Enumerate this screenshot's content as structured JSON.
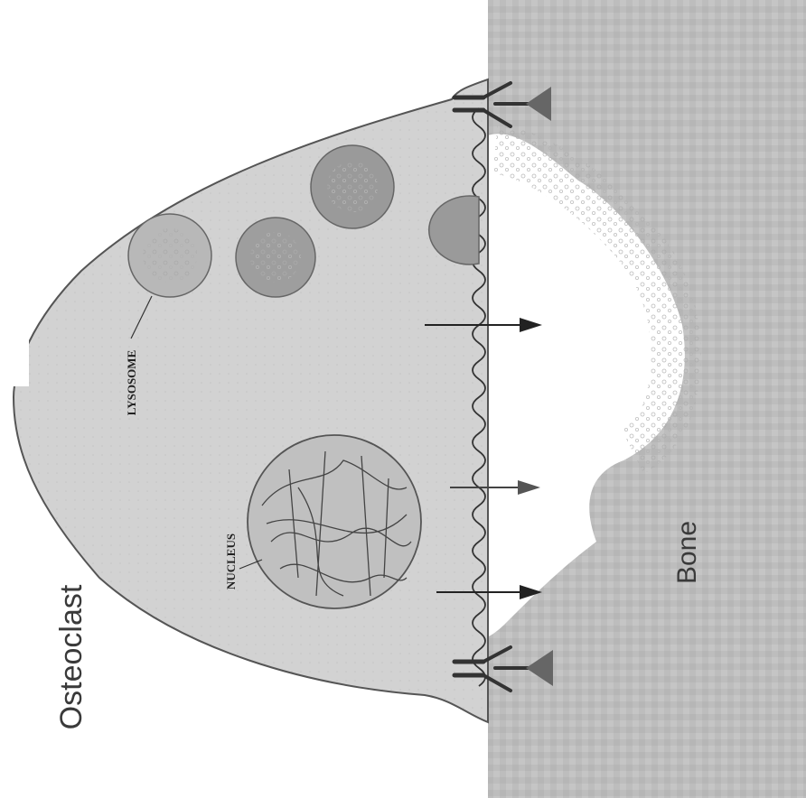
{
  "labels": {
    "cell": "Osteoclast",
    "bone": "Bone",
    "lysosome": "LYSOSOME",
    "nucleus": "NUCLEUS"
  },
  "colors": {
    "cell_fill": "#cfcfcf",
    "bone_fill": "#b9b9b9",
    "lacuna": "#ffffff",
    "lysosome_fill": "#9a9a9a",
    "outline": "#555555"
  },
  "icons": {
    "integrin_receptor": "y-shaped-receptor-icon",
    "anchor_ligand": "triangle-ligand-icon",
    "secretion_arrow": "arrow-right-icon"
  }
}
